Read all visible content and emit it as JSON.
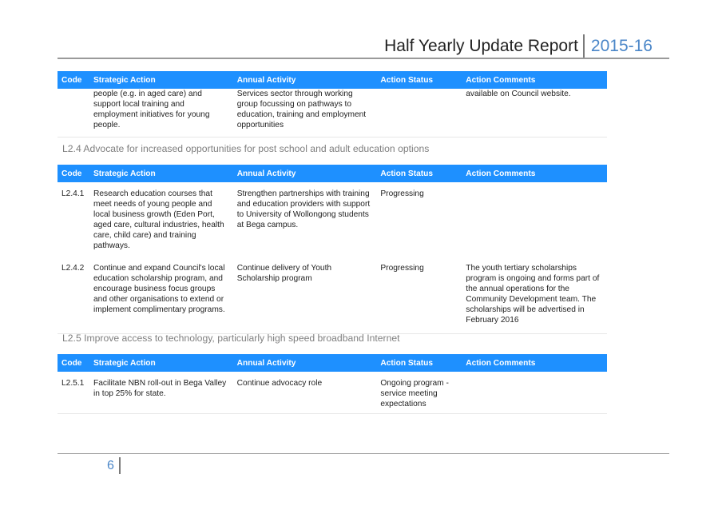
{
  "header": {
    "title": "Half Yearly Update Report",
    "year": "2015-16"
  },
  "columns": {
    "code": "Code",
    "strategic_action": "Strategic Action",
    "annual_activity": "Annual Activity",
    "action_status": "Action Status",
    "action_comments": "Action Comments"
  },
  "continued_row": {
    "strategic_action": "people (e.g. in aged care) and support local training and employment initiatives for young people.",
    "annual_activity": "Services sector through working group focussing on pathways to education, training and employment opportunities",
    "action_status": "",
    "action_comments": "available on Council website."
  },
  "sections": [
    {
      "heading": "L2.4 Advocate for increased opportunities for post school and adult education options",
      "rows": [
        {
          "code": "L2.4.1",
          "strategic_action": "Research education courses that meet needs of young people and local business growth (Eden Port, aged care, cultural industries, health care, child care) and training pathways.",
          "annual_activity": "Strengthen partnerships with training and education providers with support to University of Wollongong  students at Bega campus.",
          "action_status": "Progressing",
          "action_comments": ""
        },
        {
          "code": "L2.4.2",
          "strategic_action": "Continue and expand Council's local education scholarship program, and encourage business focus groups and other organisations to extend or implement complimentary programs.",
          "annual_activity": "Continue delivery of Youth Scholarship program",
          "action_status": "Progressing",
          "action_comments": "The youth tertiary scholarships program is ongoing and forms part of the annual operations for the Community Development team. The scholarships will be advertised in February 2016"
        }
      ]
    },
    {
      "heading": "L2.5 Improve access to technology, particularly high speed broadband Internet",
      "rows": [
        {
          "code": "L2.5.1",
          "strategic_action": "Facilitate NBN roll-out in Bega Valley in top 25% for state.",
          "annual_activity": "Continue advocacy role",
          "action_status": "Ongoing program - service meeting expectations",
          "action_comments": ""
        }
      ]
    }
  ],
  "footer": {
    "page_number": "6"
  }
}
